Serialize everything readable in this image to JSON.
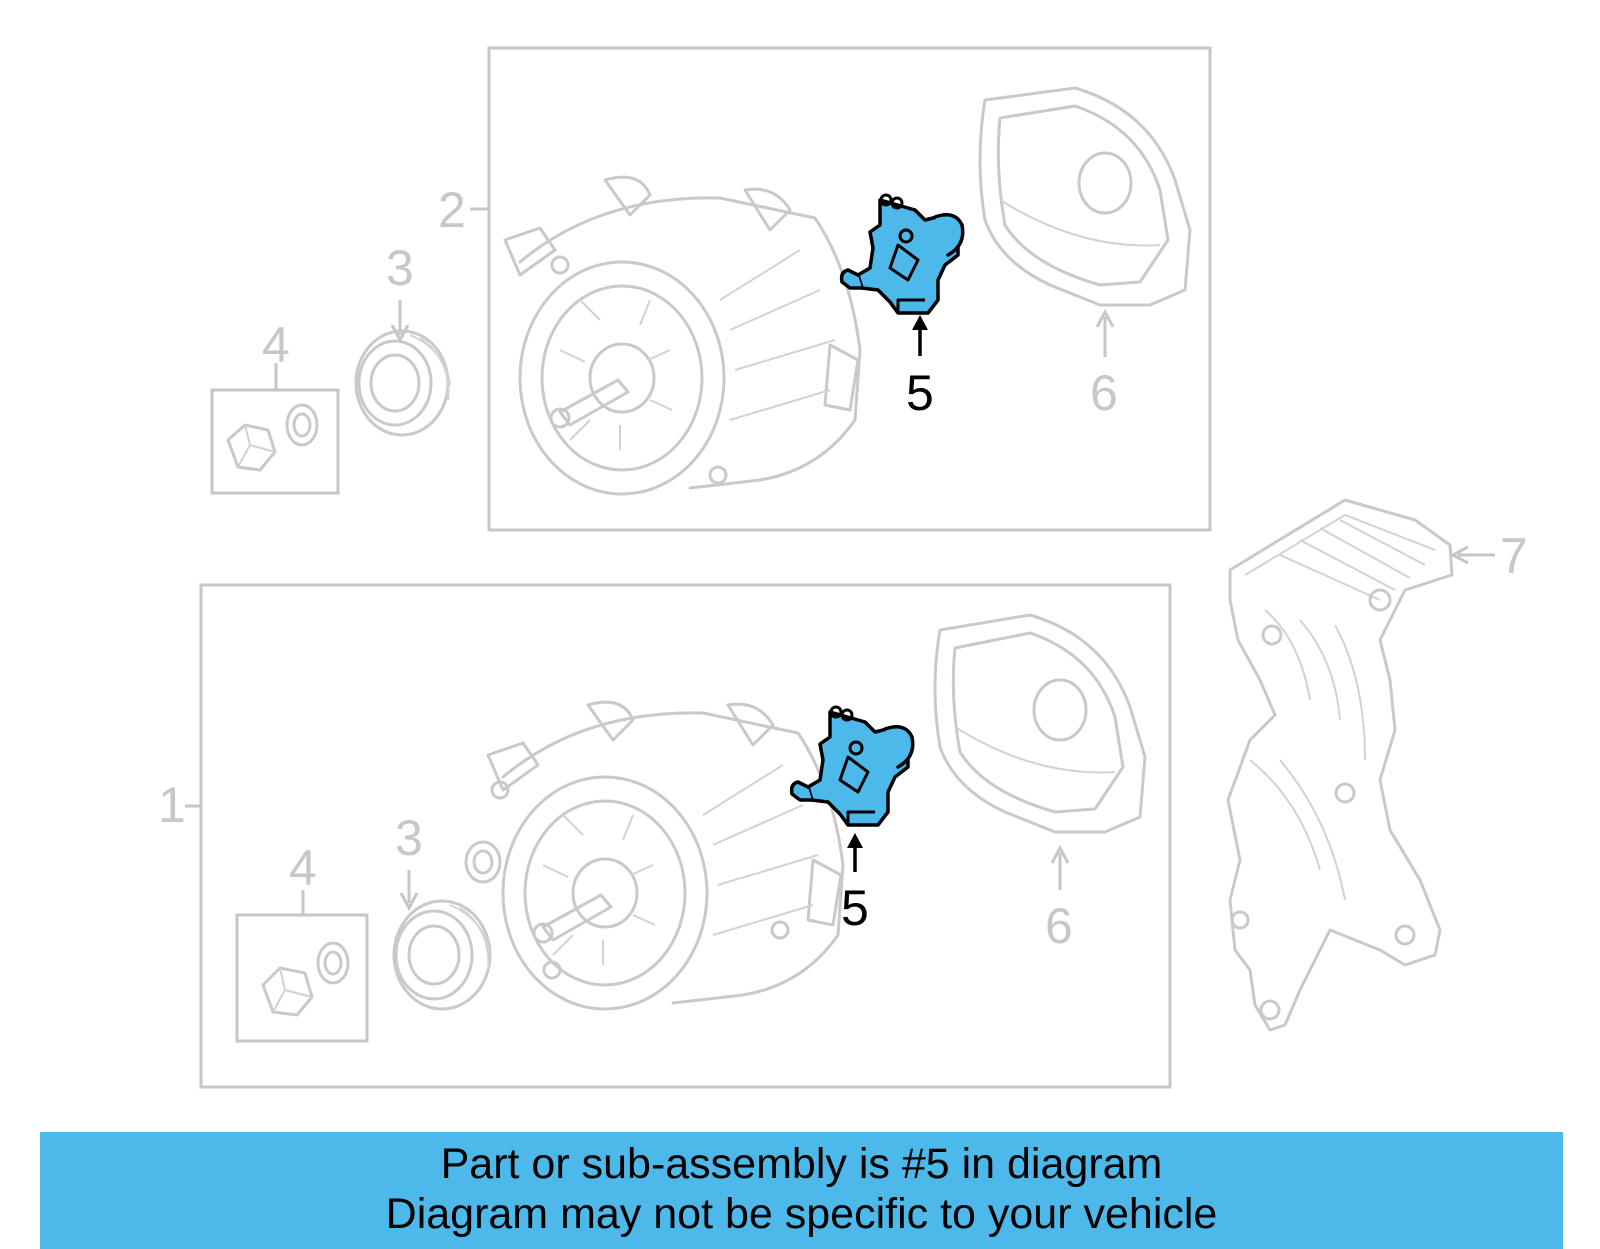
{
  "callouts": {
    "label_1": "1",
    "label_2": "2",
    "label_3_upper": "3",
    "label_3_lower": "3",
    "label_4_upper": "4",
    "label_4_lower": "4",
    "label_5_upper": "5",
    "label_5_lower": "5",
    "label_6_upper": "6",
    "label_6_lower": "6",
    "label_7": "7"
  },
  "highlighted_part": "5",
  "colors": {
    "highlight": "#4db8ea",
    "ghost_lines": "#c9c9c9",
    "banner": "#4db8ea"
  },
  "banner": {
    "line1": "Part or sub-assembly is #5 in diagram",
    "line2": "Diagram may not be specific to your vehicle"
  }
}
